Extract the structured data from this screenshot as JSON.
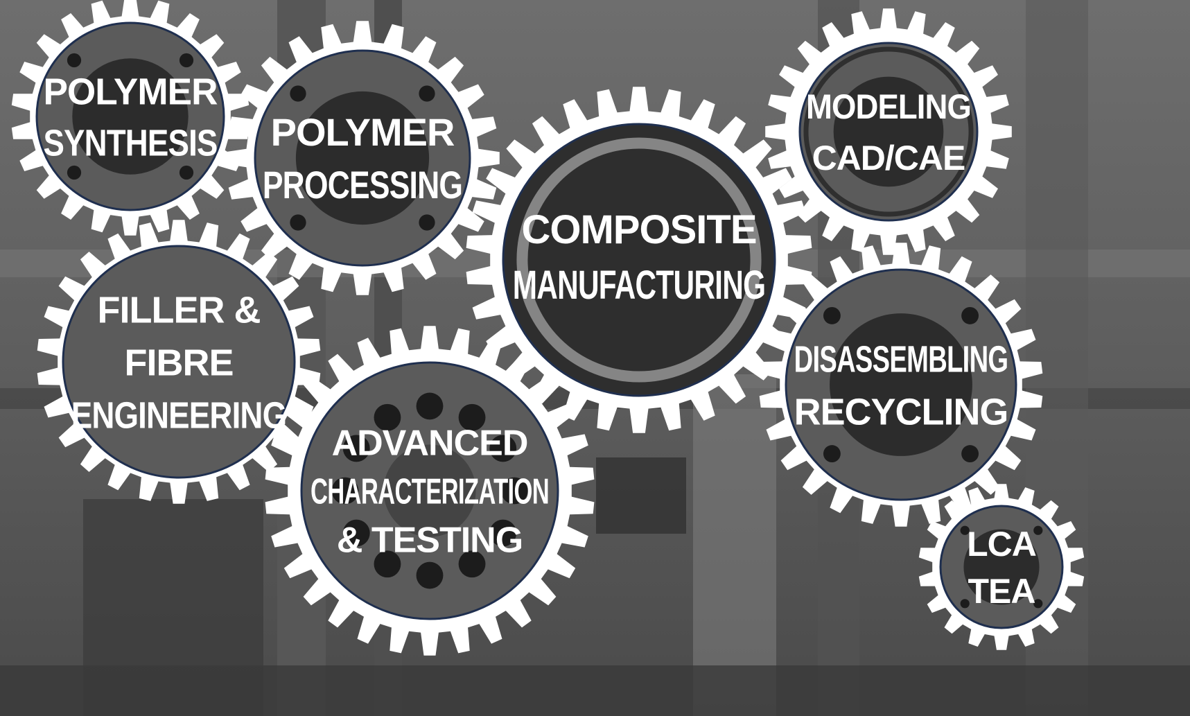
{
  "gears": [
    {
      "id": "polymer-synthesis",
      "lines": [
        "POLYMER",
        "SYNTHESIS"
      ],
      "hub": "bolts4"
    },
    {
      "id": "polymer-processing",
      "lines": [
        "POLYMER",
        "PROCESSING"
      ],
      "hub": "bolts4"
    },
    {
      "id": "composite-manufacturing",
      "lines": [
        "COMPOSITE",
        "MANUFACTURING"
      ],
      "hub": "ring"
    },
    {
      "id": "modeling-cad-cae",
      "lines": [
        "MODELING",
        "CAD/CAE"
      ],
      "hub": "plain"
    },
    {
      "id": "filler-fibre-engineering",
      "lines": [
        "FILLER &",
        "FIBRE",
        "ENGINEERING"
      ],
      "hub": "none"
    },
    {
      "id": "advanced-characterization-testing",
      "lines": [
        "ADVANCED",
        "CHARACTERIZATION",
        "& TESTING"
      ],
      "hub": "holes"
    },
    {
      "id": "disassembling-recycling",
      "lines": [
        "DISASSEMBLING",
        "RECYCLING"
      ],
      "hub": "bolts4"
    },
    {
      "id": "lca-tea",
      "lines": [
        "LCA",
        "TEA"
      ],
      "hub": "bolts4"
    }
  ],
  "colors": {
    "gear_teeth": "#ffffff",
    "gear_face": "#5b5b5b",
    "gear_face_dark": "#2e2e2e",
    "gear_outline": "#1f2f4f",
    "hub_dark": "#1c1c1c",
    "label": "#ffffff"
  }
}
